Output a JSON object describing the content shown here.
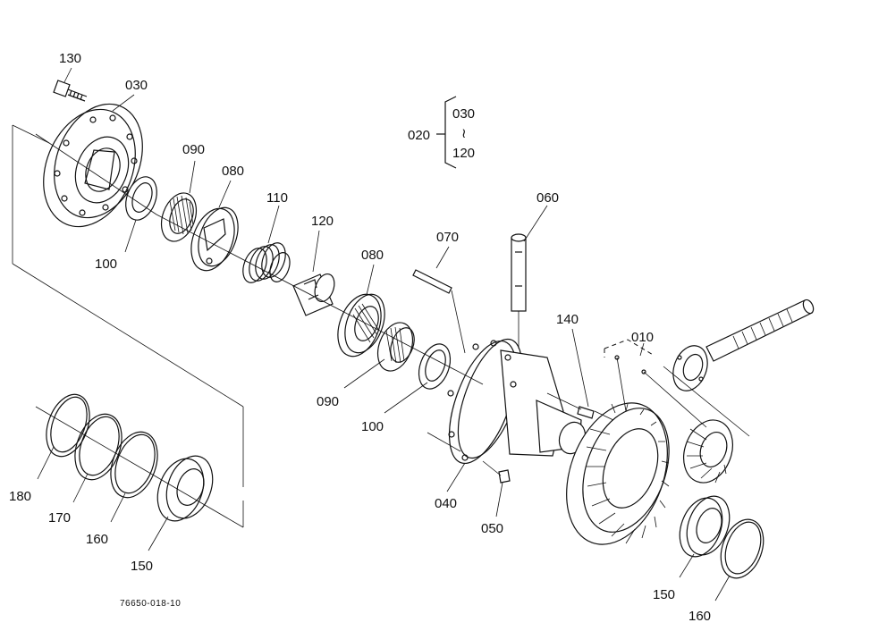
{
  "labels": {
    "l130": "130",
    "l030a": "030",
    "l020": "020",
    "l030b": "030",
    "ltilde": "≀",
    "l120a": "120",
    "l090a": "090",
    "l080a": "080",
    "l110": "110",
    "l120b": "120",
    "l060": "060",
    "l070": "070",
    "l080b": "080",
    "l100a": "100",
    "l140": "140",
    "l010": "010",
    "l090b": "090",
    "l100b": "100",
    "l040": "040",
    "l050": "050",
    "l180": "180",
    "l170": "170",
    "l160a": "160",
    "l150a": "150",
    "l150b": "150",
    "l160b": "160"
  },
  "drawing_code": "76650-018-10"
}
